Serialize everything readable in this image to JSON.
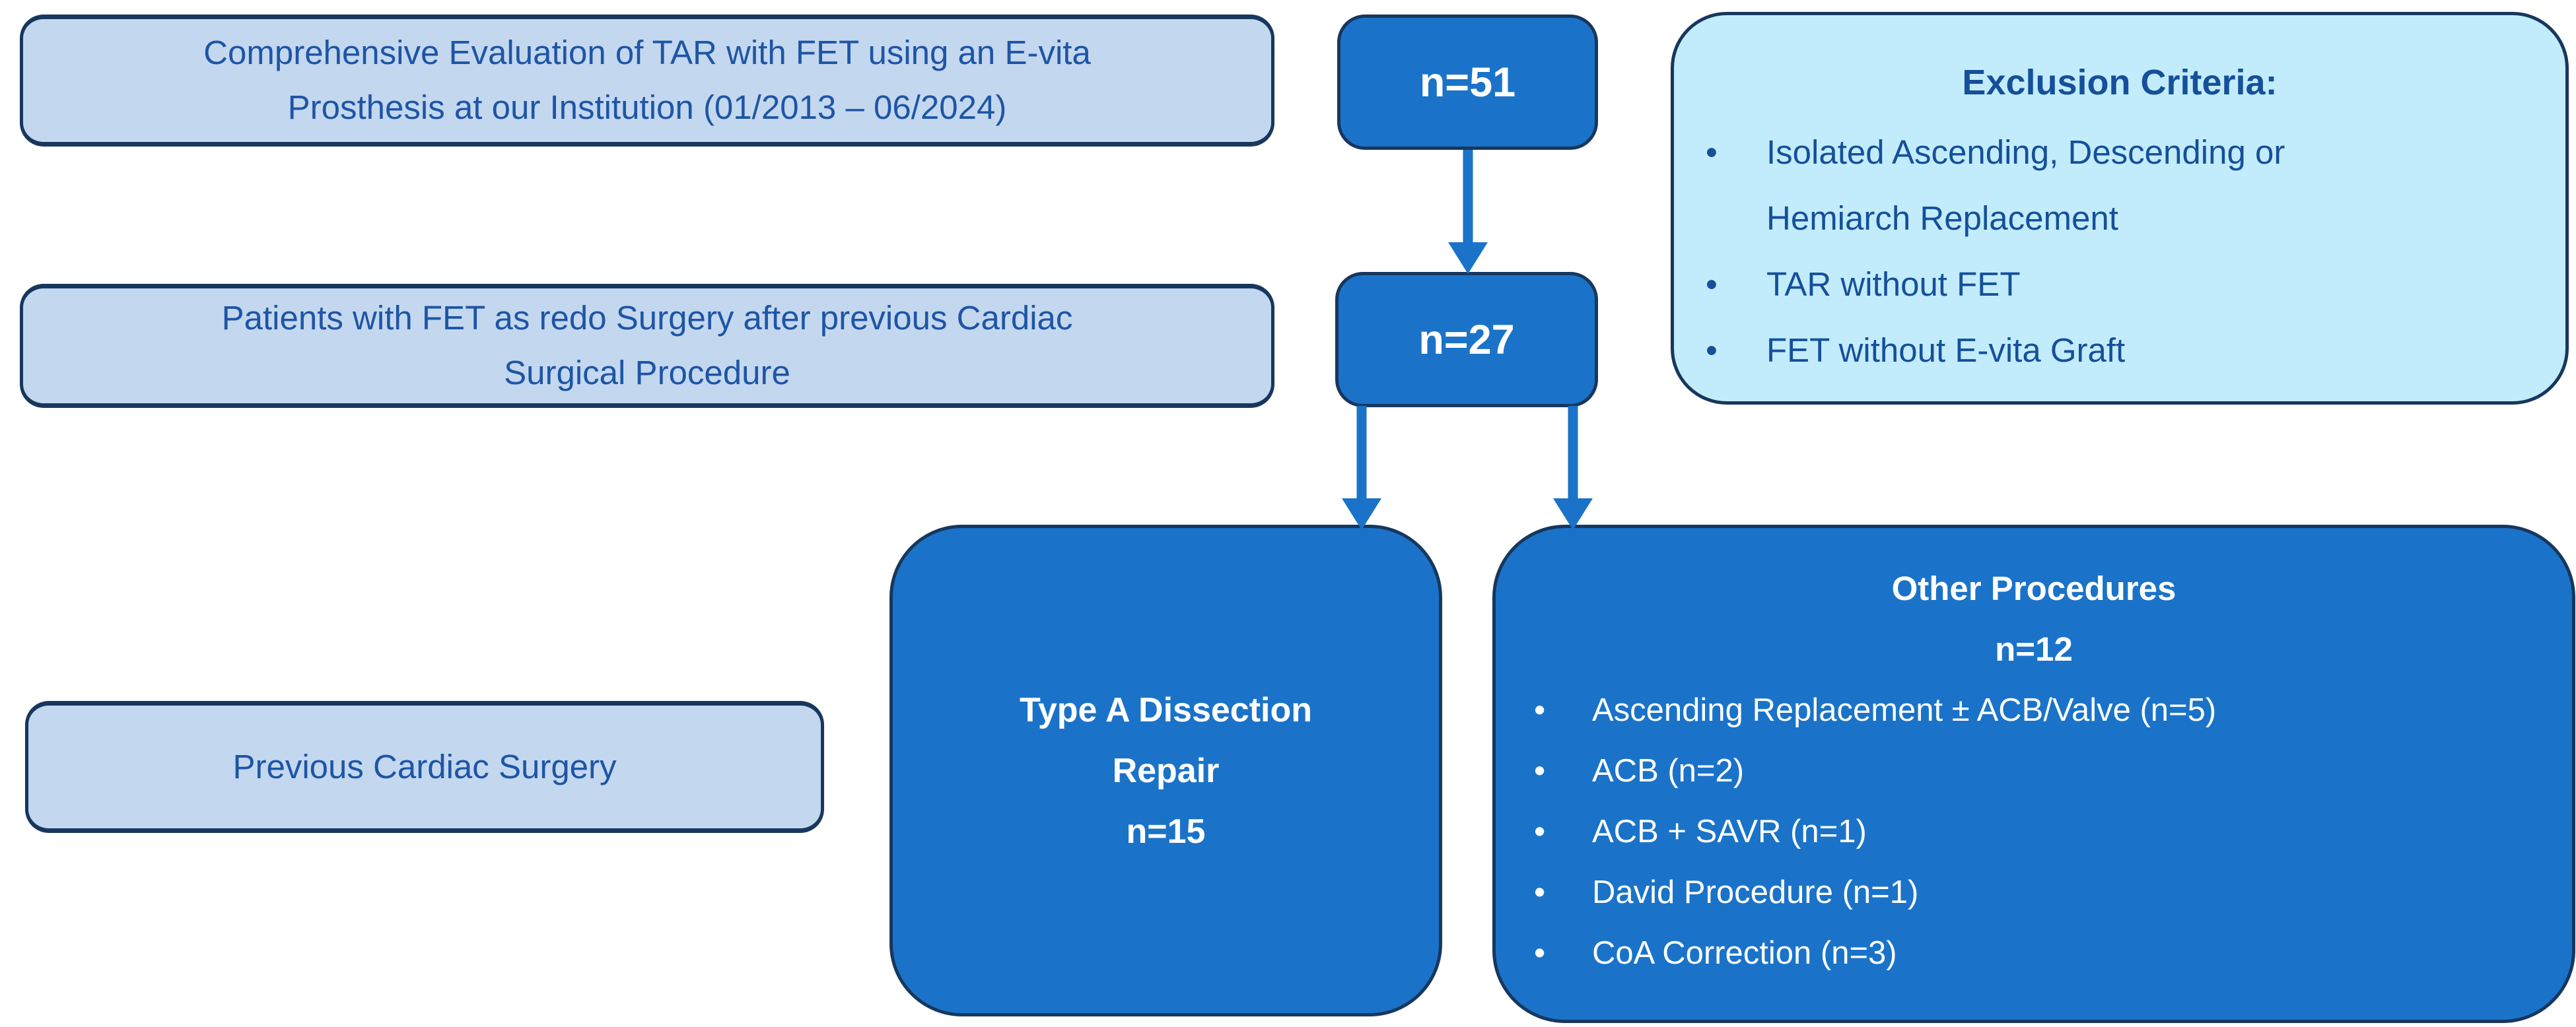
{
  "glyphs": {
    "bullet": "•"
  },
  "colors": {
    "primary_blue": "#1a73c8",
    "light_blue": "#c3d7ef",
    "pale_cyan": "#c2ecfb",
    "border_navy": "#17375e",
    "text_blue": "#1e55a5",
    "box_text_white": "#ffffff"
  },
  "boxes": {
    "study": {
      "text": "Comprehensive Evaluation of TAR with FET using an E-vita\nProsthesis at our Institution (01/2013 – 06/2024)"
    },
    "n51": {
      "label": "n=51"
    },
    "exclusion": {
      "title": "Exclusion Criteria:",
      "items": [
        "Isolated Ascending, Descending or\nHemiarch Replacement",
        "TAR without FET",
        "FET without E-vita Graft"
      ]
    },
    "redo": {
      "text": "Patients with FET as redo Surgery after previous Cardiac\nSurgical Procedure"
    },
    "n27": {
      "label": "n=27"
    },
    "previous": {
      "text": "Previous Cardiac Surgery"
    },
    "type_a": {
      "text": "Type A Dissection\nRepair\nn=15"
    },
    "other": {
      "title": "Other Procedures",
      "count": "n=12",
      "items": [
        "Ascending Replacement ± ACB/Valve (n=5)",
        "ACB (n=2)",
        "ACB + SAVR (n=1)",
        "David Procedure (n=1)",
        "CoA Correction (n=3)"
      ]
    }
  }
}
